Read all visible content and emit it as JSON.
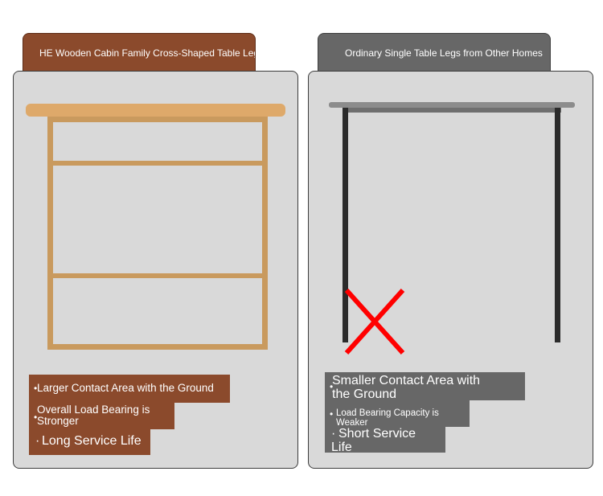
{
  "left": {
    "tab_title": "HE Wooden Cabin Family Cross-Shaped Table Legs",
    "features": [
      {
        "bullet": "•",
        "text": "Larger Contact Area with the Ground"
      },
      {
        "bullet": "•",
        "text": "Overall Load Bearing is Stronger"
      },
      {
        "bullet": "·",
        "text": "Long Service Life"
      }
    ],
    "colors": {
      "accent": "#8b4a2c",
      "wood": "#c99a5e",
      "top": "#dea96a"
    }
  },
  "right": {
    "tab_title": "Ordinary Single Table Legs from Other Homes",
    "features": [
      {
        "bullet": "•",
        "text": "Smaller Contact Area with the Ground"
      },
      {
        "bullet": "•",
        "text": "Load Bearing Capacity is Weaker"
      },
      {
        "bullet": "·",
        "text": "Short Service Life"
      }
    ],
    "colors": {
      "accent": "#676767",
      "leg": "#2b2b2b",
      "top": "#8c8c8c",
      "cross": "#ff0000"
    }
  }
}
